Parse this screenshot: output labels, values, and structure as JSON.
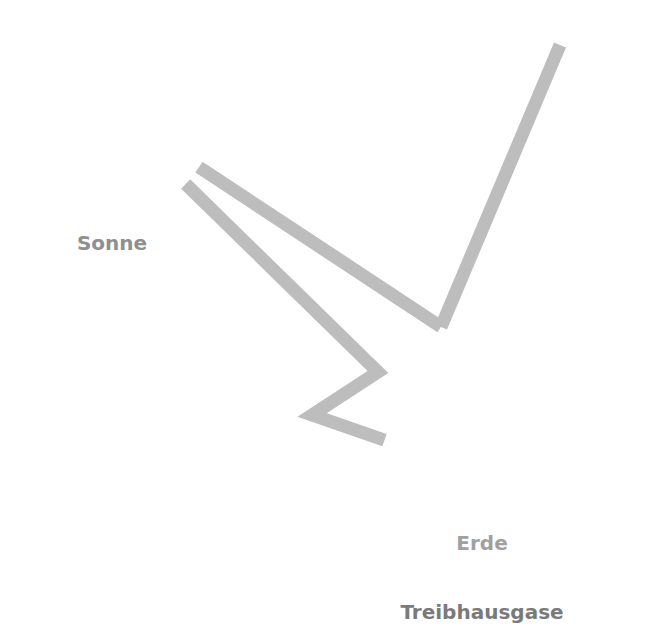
{
  "diagram": {
    "nodes": [
      {
        "text": [
          "Sonne"
        ]
      },
      {
        "text": [
          "Treibhausgase"
        ]
      },
      {
        "text": [
          "Erde"
        ],
        "in": 1
      }
    ],
    "edges": [
      {
        "from": 0,
        "to": 2,
        "arrow": "none"
      },
      {
        "from": 0,
        "to": 2,
        "arrow": "none"
      }
    ]
  }
}
